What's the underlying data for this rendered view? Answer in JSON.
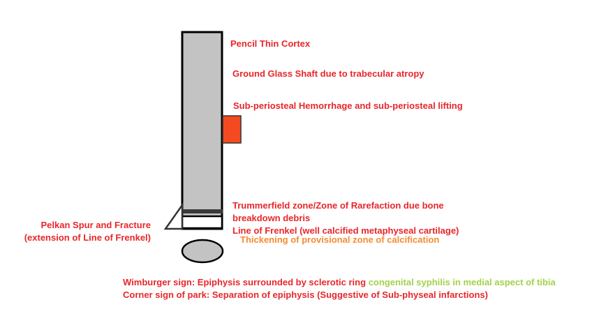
{
  "colors": {
    "label_red": "#e8262b",
    "label_orange": "#f58b32",
    "label_lime": "#a3d14a",
    "bone_fill": "#c3c3c3",
    "hemorrhage_fill": "#f44a21",
    "outline": "#000000"
  },
  "labels": {
    "pencil_thin_cortex": "Pencil Thin Cortex",
    "ground_glass_shaft": "Ground Glass Shaft due to trabecular atropy",
    "subperiosteal_hemorrhage": "Sub-periosteal Hemorrhage and sub-periosteal lifting",
    "trummerfield_zone_line1": "Trummerfield zone/Zone of Rarefaction due bone",
    "trummerfield_zone_line2": "breakdown debris",
    "line_of_frenkel": "Line of Frenkel (well calcified metaphyseal cartilage)",
    "provisional_zone": "Thickening of provisional zone of calcification",
    "pelkan_spur_line1": "Pelkan Spur and Fracture",
    "pelkan_spur_line2": "(extension of Line of Frenkel)",
    "wimburger_sign": "Wimburger sign: Epiphysis surrounded by sclerotic ring",
    "congenital_syphilis": "congenital syphilis in medial aspect of tibia",
    "corner_sign": "Corner sign of park: Separation of epiphysis (Suggestive of Sub-physeal infarctions)"
  }
}
